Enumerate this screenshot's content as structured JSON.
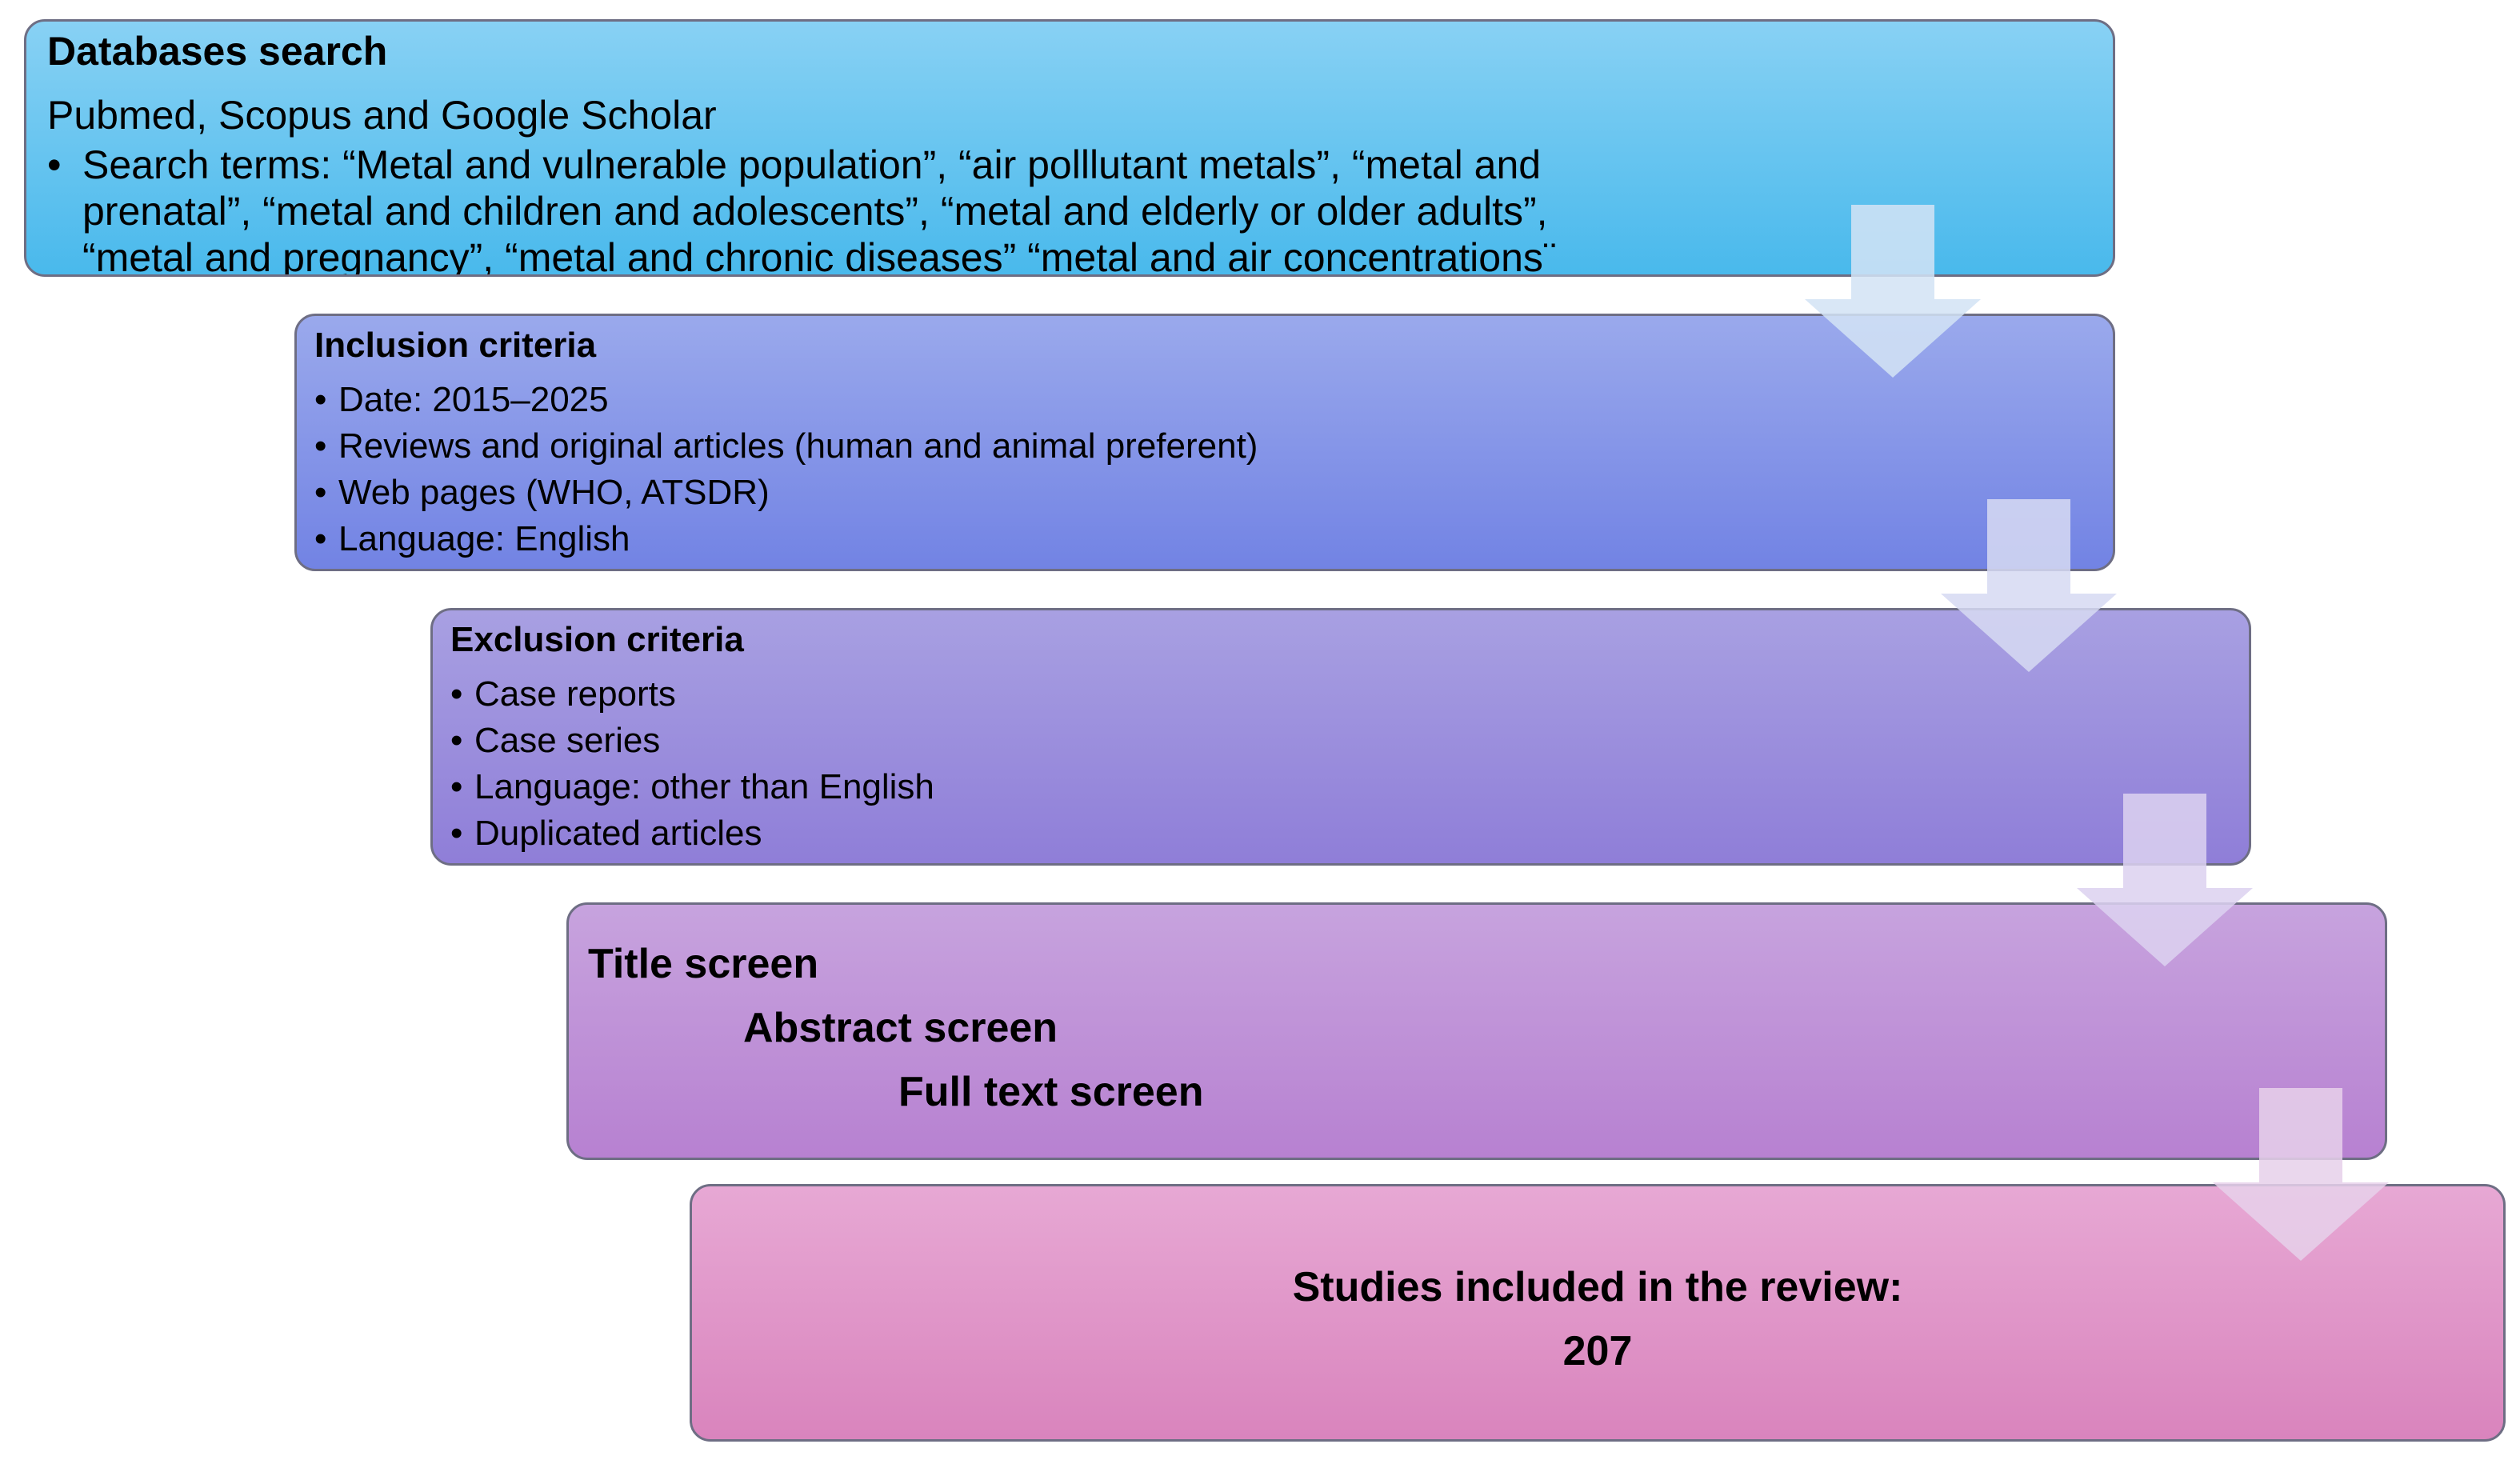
{
  "steps": {
    "databases": {
      "title": "Databases search",
      "sources": "Pubmed, Scopus and Google Scholar",
      "bullet": "•",
      "terms_lines": [
        "Search terms: “Metal and vulnerable population”, “air polllutant metals”, “metal and",
        "prenatal”, “metal and children and adolescents”, “metal and elderly or older adults”,",
        "“metal and pregnancy”, “metal and chronic diseases” “metal and air concentrations¨"
      ]
    },
    "inclusion": {
      "title": "Inclusion criteria",
      "items": [
        "Date: 2015–2025",
        "Reviews and original articles (human and animal preferent)",
        "Web pages (WHO, ATSDR)",
        "Language: English"
      ]
    },
    "exclusion": {
      "title": "Exclusion criteria",
      "items": [
        "Case reports",
        "Case series",
        "Language: other than English",
        "Duplicated articles"
      ]
    },
    "screening": {
      "title_screen": "Title screen",
      "abstract_screen": "Abstract screen",
      "full_text_screen": "Full text screen"
    },
    "included": {
      "label": "Studies included in the review:",
      "count": "207"
    }
  },
  "bullet_char": "•",
  "colors": {
    "box1": "#49b9ec",
    "box2": "#7283e4",
    "box3": "#8f7ed8",
    "box4": "#b781d1",
    "box5": "#d984bd",
    "arrow": "#d7e0f2",
    "border": "#6e6e84"
  }
}
